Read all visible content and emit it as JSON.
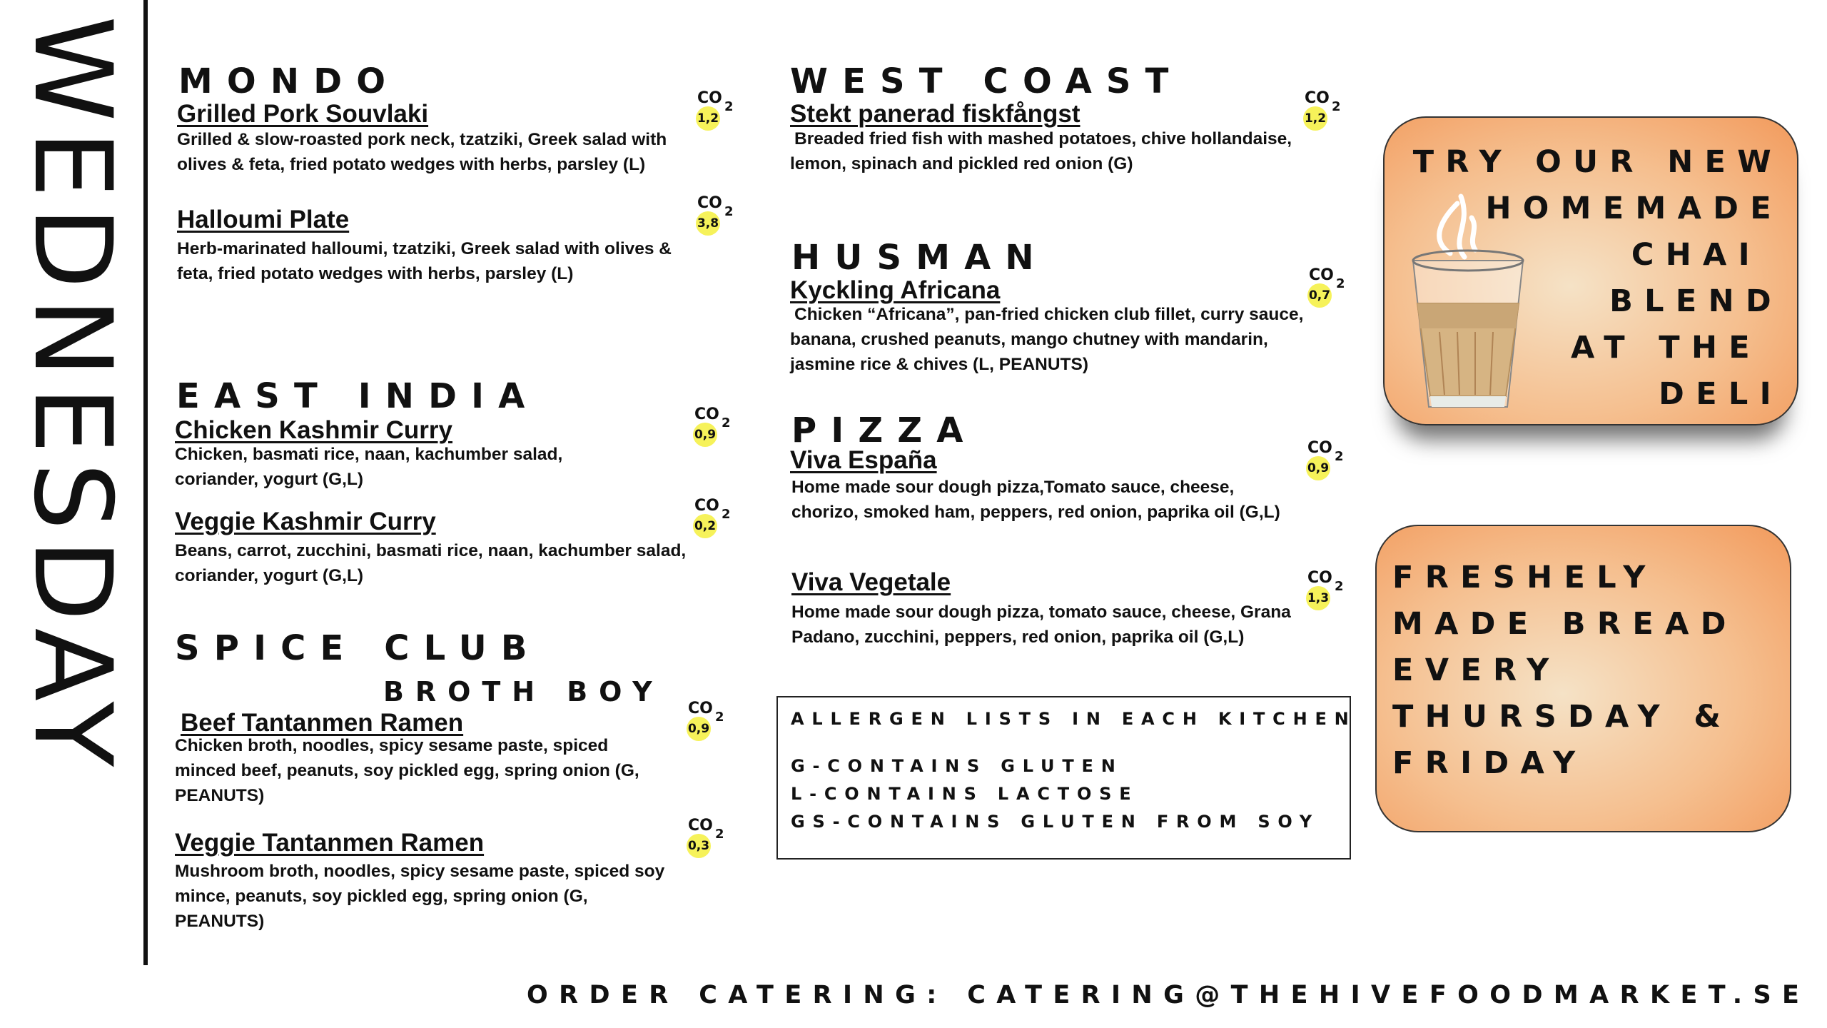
{
  "day": "WEDNESDAY",
  "sections": {
    "mondo": {
      "title": "MONDO",
      "items": [
        {
          "name": "Grilled Pork Souvlaki",
          "co2": "1,2",
          "desc": "Grilled & slow-roasted pork neck, tzatziki, Greek salad with olives & feta, fried potato wedges with herbs, parsley (L)"
        },
        {
          "name": "Halloumi Plate",
          "co2": "3,8",
          "desc": "Herb-marinated halloumi, tzatziki, Greek salad with olives & feta, fried potato wedges with herbs, parsley (L)"
        }
      ]
    },
    "east_india": {
      "title": "EAST INDIA",
      "items": [
        {
          "name": "Chicken Kashmir Curry",
          "co2": "0,9",
          "desc": "Chicken, basmati rice, naan, kachumber salad, coriander, yogurt (G,L)"
        },
        {
          "name": "Veggie Kashmir Curry",
          "co2": "0,2",
          "desc": "Beans, carrot, zucchini, basmati rice, naan, kachumber salad, coriander, yogurt (G,L)"
        }
      ]
    },
    "spice_club": {
      "title": "SPICE CLUB",
      "subtitle": "BROTH BOY",
      "items": [
        {
          "name": "Beef Tantanmen Ramen",
          "co2": "0,9",
          "desc": "Chicken broth, noodles, spicy sesame paste, spiced minced beef, peanuts, soy pickled egg, spring onion (G, PEANUTS)"
        },
        {
          "name": "Veggie Tantanmen Ramen",
          "co2": "0,3",
          "desc": "Mushroom broth, noodles, spicy sesame paste, spiced soy mince, peanuts, soy pickled egg, spring onion (G, PEANUTS)"
        }
      ]
    },
    "west_coast": {
      "title": "WEST COAST",
      "items": [
        {
          "name": "Stekt panerad fiskfångst",
          "co2": "1,2",
          "desc": "Breaded fried fish with mashed potatoes, chive hollandaise, lemon, spinach and pickled red onion (G)"
        }
      ]
    },
    "husman": {
      "title": "HUSMAN",
      "items": [
        {
          "name": "Kyckling Africana",
          "co2": "0,7",
          "desc": "Chicken “Africana”, pan-fried chicken club fillet, curry sauce, banana, crushed peanuts, mango chutney with mandarin, jasmine rice & chives (L, PEANUTS)"
        }
      ]
    },
    "pizza": {
      "title": "PIZZA",
      "items": [
        {
          "name": "Viva España",
          "co2": "0,9",
          "desc": "Home made sour dough pizza,Tomato sauce, cheese, chorizo, smoked ham, peppers, red onion, paprika oil (G,L)"
        },
        {
          "name": "Viva Vegetale",
          "co2": "1,3",
          "desc": "Home made sour dough pizza, tomato sauce, cheese, Grana Padano, zucchini, peppers, red onion, paprika oil (G,L)"
        }
      ]
    }
  },
  "co2_label": "CO",
  "co2_sub": "2",
  "allergens": {
    "title": "ALLERGEN LISTS IN EACH KITCHEN",
    "lines": [
      "G-CONTAINS GLUTEN",
      "L-CONTAINS LACTOSE",
      "GS-CONTAINS GLUTEN FROM SOY"
    ]
  },
  "chai_promo": {
    "lines": [
      "TRY OUR NEW",
      "HOMEMADE",
      "CHAI",
      "BLEND",
      "AT THE",
      "DELI"
    ],
    "icon": "chai-glass-icon"
  },
  "bread_promo": {
    "lines": [
      "FRESHELY",
      "MADE BREAD",
      "EVERY",
      "THURSDAY &",
      "FRIDAY"
    ]
  },
  "footer": "ORDER CATERING: CATERING@THEHIVEFOODMARKET.SE",
  "colors": {
    "highlight": "#f6f25a",
    "promo_orange": "#f29a5c",
    "text": "#111111"
  }
}
